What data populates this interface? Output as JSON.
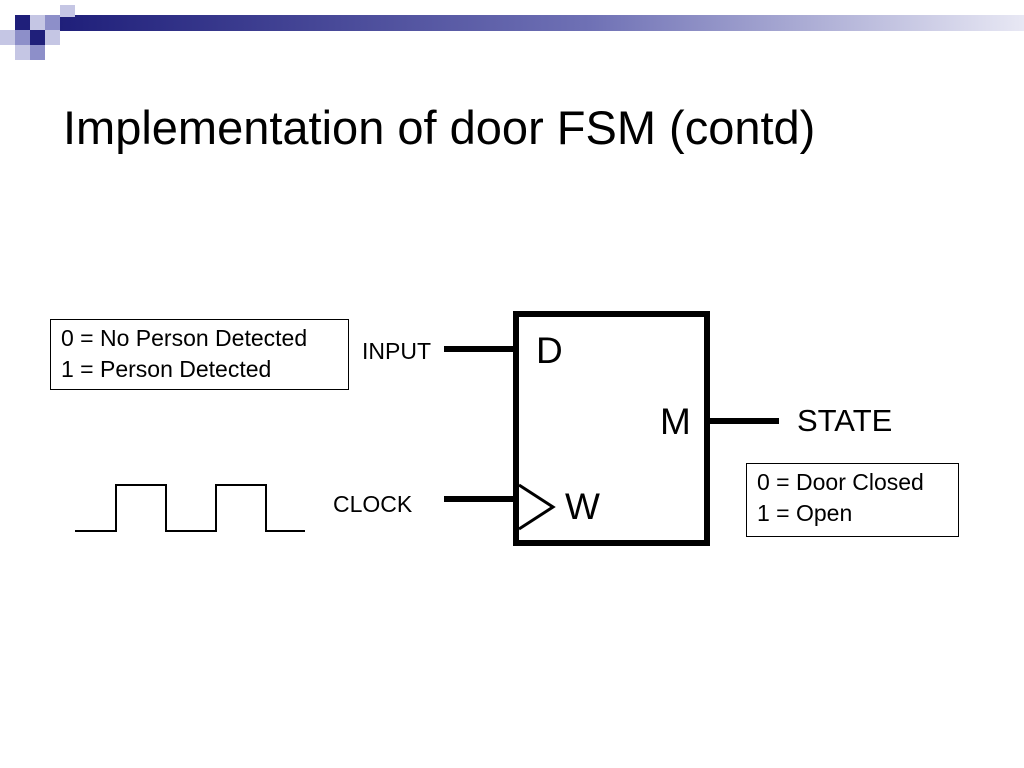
{
  "slide": {
    "title": "Implementation of door FSM (contd)"
  },
  "colors": {
    "banner_dark": "#1f1f7a",
    "banner_mid": "#6f71b5",
    "banner_light": "#c5c6e4",
    "line": "#000000",
    "background": "#ffffff"
  },
  "input_legend": {
    "line1": "0 = No Person Detected",
    "line2": "1 = Person Detected"
  },
  "state_legend": {
    "line1": "0 = Door Closed",
    "line2": "1 = Open"
  },
  "signals": {
    "input": "INPUT",
    "clock": "CLOCK",
    "state": "STATE"
  },
  "memory_block": {
    "data_port": "D",
    "memory_label": "M",
    "write_port": "W"
  },
  "clock_waveform": {
    "pulses": 2
  }
}
